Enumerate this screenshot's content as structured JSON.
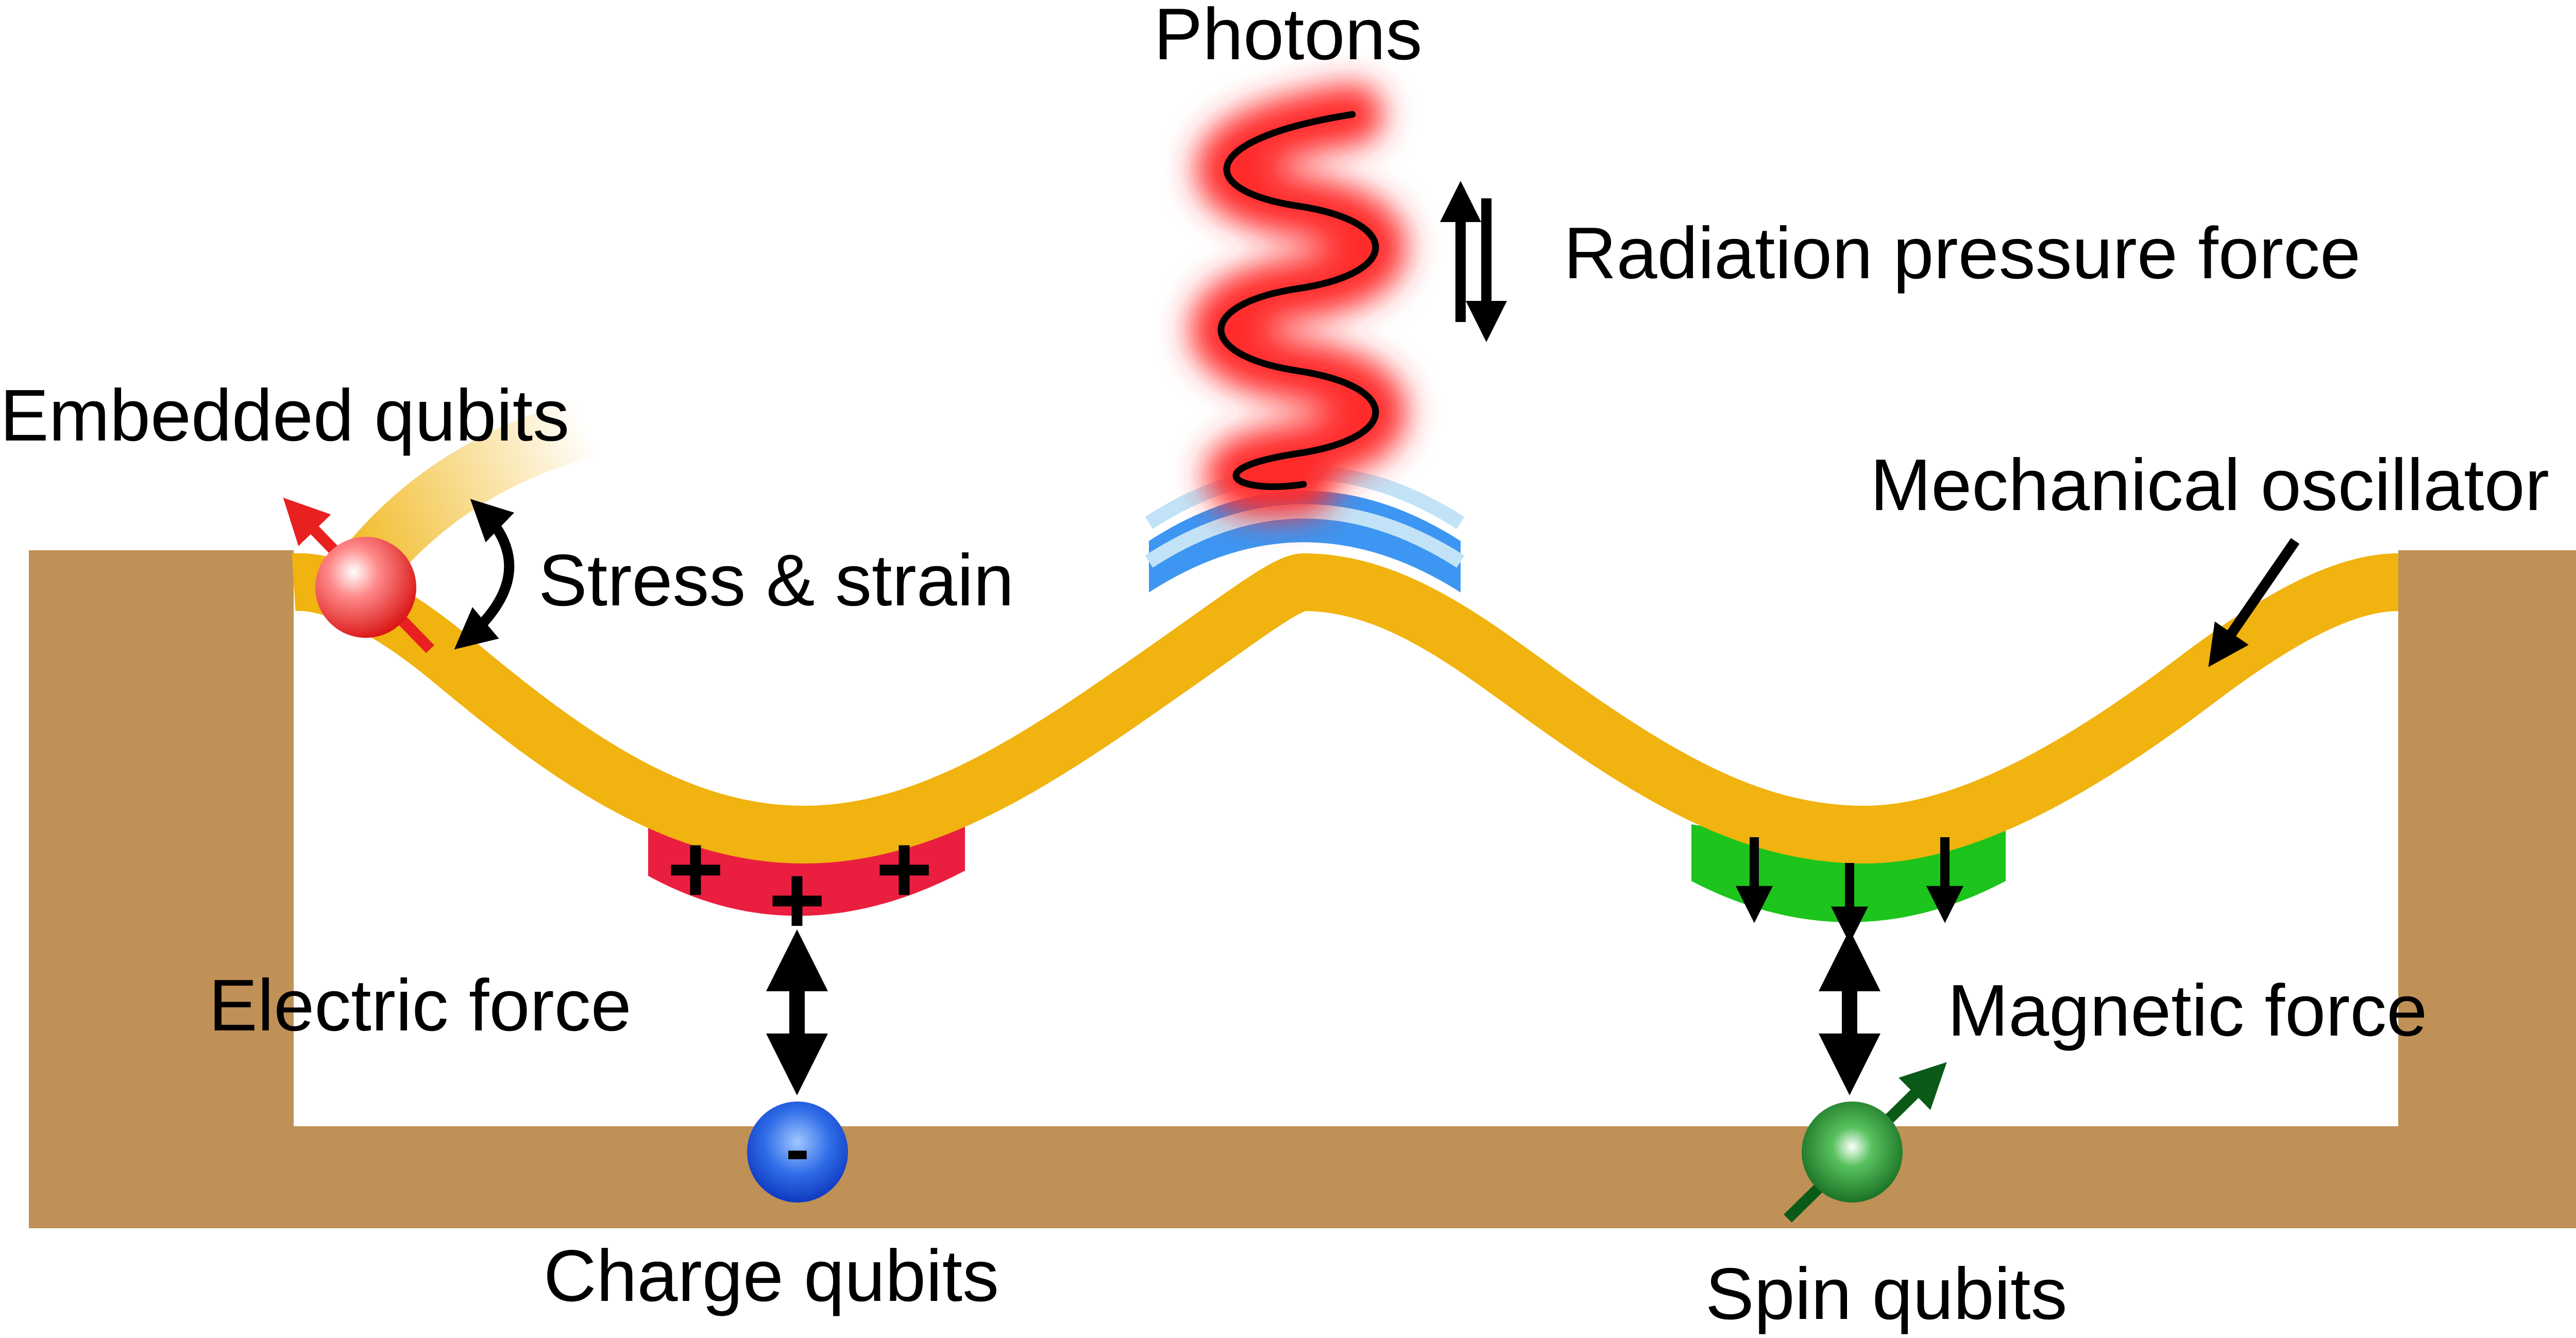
{
  "labels": {
    "photons": "Photons",
    "radiation_pressure_force": "Radiation pressure force",
    "embedded_qubits": "Embedded qubits",
    "stress_strain": "Stress & strain",
    "mechanical_oscillator": "Mechanical oscillator",
    "electric_force": "Electric force",
    "magnetic_force": "Magnetic force",
    "charge_qubits": "Charge qubits",
    "spin_qubits": "Spin qubits"
  },
  "symbols": {
    "plus": "+",
    "minus": "-"
  },
  "colors": {
    "substrate": "#BF9156",
    "oscillator": "#F0B30F",
    "photon_glow": "#FF2A2A",
    "mirror_dark": "#3D96F2",
    "mirror_light": "#C2E3F7",
    "electrode": "#EA1F40",
    "magnet": "#1CC41C",
    "embedded_qubit": "#E82020",
    "charge_qubit": "#1040E0",
    "spin_qubit": "#0F7A1F",
    "spin_arrow": "#0B5A18",
    "arrow": "#000000"
  }
}
